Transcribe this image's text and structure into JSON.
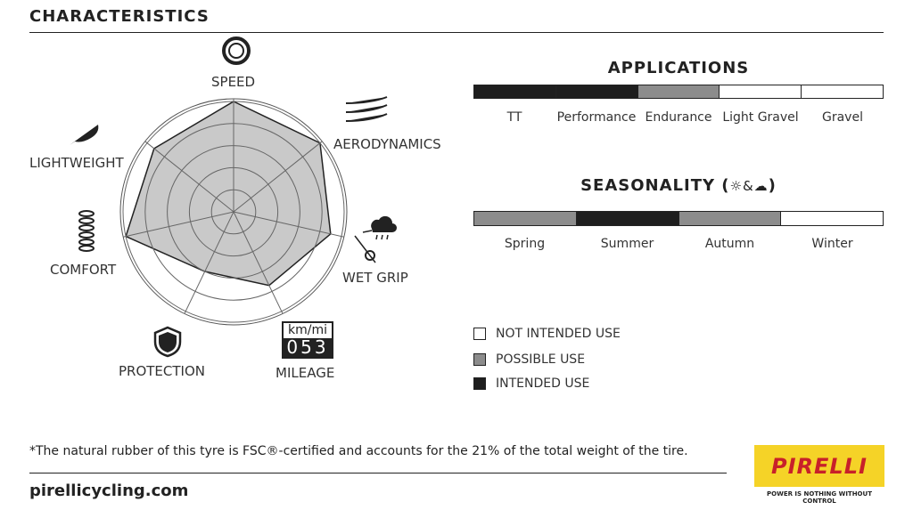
{
  "header": {
    "title": "CHARACTERISTICS"
  },
  "chart_data": {
    "type": "radar",
    "axes": [
      "SPEED",
      "AERODYNAMICS",
      "WET GRIP",
      "MILEAGE",
      "PROTECTION",
      "COMFORT",
      "LIGHTWEIGHT"
    ],
    "values": [
      5,
      5,
      4.5,
      3.7,
      3,
      5,
      4.6
    ],
    "range": [
      0,
      5
    ],
    "rings": 5
  },
  "applications": {
    "title": "APPLICATIONS",
    "items": [
      {
        "label": "TT",
        "level": "intended"
      },
      {
        "label": "Performance",
        "level": "intended"
      },
      {
        "label": "Endurance",
        "level": "possible"
      },
      {
        "label": "Light Gravel",
        "level": "not"
      },
      {
        "label": "Gravel",
        "level": "not"
      }
    ]
  },
  "seasonality": {
    "title": "SEASONALITY (",
    "title_sym": "☼&☁",
    "title_end": ")",
    "items": [
      {
        "label": "Spring",
        "level": "possible"
      },
      {
        "label": "Summer",
        "level": "intended"
      },
      {
        "label": "Autumn",
        "level": "possible"
      },
      {
        "label": "Winter",
        "level": "not"
      }
    ]
  },
  "legend": [
    {
      "label": "NOT INTENDED USE",
      "color": "#ffffff"
    },
    {
      "label": "POSSIBLE USE",
      "color": "#8c8c8c"
    },
    {
      "label": "INTENDED USE",
      "color": "#1e1e1e"
    }
  ],
  "mileage_icon": {
    "unit": "km/mi",
    "digits": "053"
  },
  "footer": {
    "note": "*The natural rubber of this tyre is FSC®-certified and accounts for the 21% of the total weight of the tire.",
    "site": "pirellicycling.com",
    "brand": "PIRELLI",
    "tagline": "POWER IS NOTHING WITHOUT CONTROL"
  },
  "colors": {
    "intended": "#1e1e1e",
    "possible": "#8c8c8c",
    "not": "#ffffff",
    "fill": "#c9c9c9"
  }
}
